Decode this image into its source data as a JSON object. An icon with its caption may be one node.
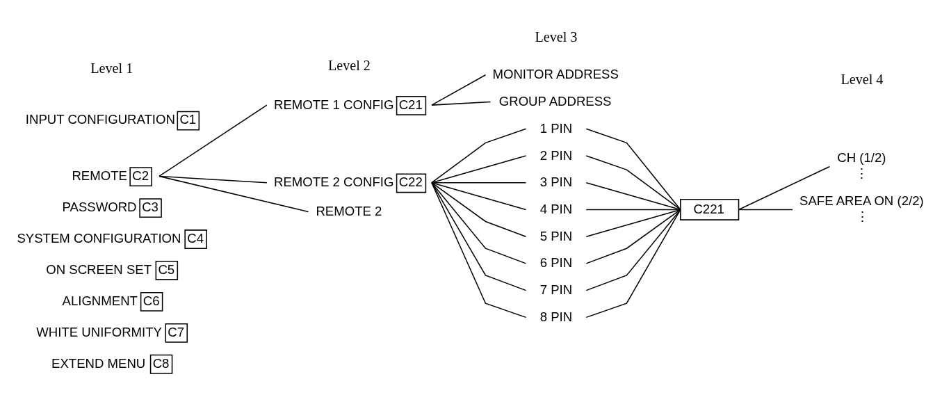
{
  "diagram": {
    "nodes": [
      {
        "text": [
          "INPUT CONFIGURATION",
          "C1"
        ]
      },
      {
        "text": [
          "REMOTE",
          "C2"
        ]
      },
      {
        "text": [
          "PASSWORD",
          "C3"
        ]
      },
      {
        "text": [
          "SYSTEM CONFIGURATION",
          "C4"
        ]
      },
      {
        "text": [
          "ON SCREEN SET",
          "C5"
        ]
      },
      {
        "text": [
          "ALIGNMENT",
          "C6"
        ]
      },
      {
        "text": [
          "WHITE UNIFORMITY",
          "C7"
        ]
      },
      {
        "text": [
          "EXTEND MENU",
          "C8"
        ]
      },
      {
        "text": [
          "REMOTE 1 CONFIG",
          "C21"
        ]
      },
      {
        "text": [
          "REMOTE 2 CONFIG",
          "C22"
        ]
      },
      {
        "text": [
          "REMOTE 2"
        ]
      },
      {
        "text": [
          "MONITOR ADDRESS"
        ]
      },
      {
        "text": [
          "GROUP ADDRESS"
        ]
      },
      {
        "text": [
          "1 PIN"
        ]
      },
      {
        "text": [
          "2 PIN"
        ]
      },
      {
        "text": [
          "3 PIN"
        ]
      },
      {
        "text": [
          "4 PIN"
        ]
      },
      {
        "text": [
          "5 PIN"
        ]
      },
      {
        "text": [
          "6 PIN"
        ]
      },
      {
        "text": [
          "7 PIN"
        ]
      },
      {
        "text": [
          "8 PIN"
        ]
      },
      {
        "text": [
          "C221"
        ]
      },
      {
        "text": [
          "CH (1/2)"
        ],
        "beside": [
          "⋮"
        ]
      },
      {
        "text": [
          "SAFE AREA ON (2/2)"
        ],
        "beside": [
          "⋮"
        ]
      }
    ],
    "edges": [
      {
        "from": 1,
        "to": 8,
        "arrow": "none"
      },
      {
        "from": 1,
        "to": 9,
        "arrow": "none"
      },
      {
        "from": 1,
        "to": 10,
        "arrow": "none"
      },
      {
        "from": 8,
        "to": 11,
        "arrow": "none"
      },
      {
        "from": 8,
        "to": 12,
        "arrow": "none"
      },
      {
        "from": 9,
        "to": 13,
        "arrow": "none"
      },
      {
        "from": 9,
        "to": 14,
        "arrow": "none"
      },
      {
        "from": 9,
        "to": 15,
        "arrow": "none"
      },
      {
        "from": 9,
        "to": 16,
        "arrow": "none"
      },
      {
        "from": 9,
        "to": 17,
        "arrow": "none"
      },
      {
        "from": 9,
        "to": 18,
        "arrow": "none"
      },
      {
        "from": 9,
        "to": 19,
        "arrow": "none"
      },
      {
        "from": 9,
        "to": 20,
        "arrow": "none"
      },
      {
        "from": 13,
        "to": 21,
        "arrow": "none"
      },
      {
        "from": 14,
        "to": 21,
        "arrow": "none"
      },
      {
        "from": 15,
        "to": 21,
        "arrow": "none"
      },
      {
        "from": 16,
        "to": 21,
        "arrow": "none"
      },
      {
        "from": 17,
        "to": 21,
        "arrow": "none"
      },
      {
        "from": 18,
        "to": 21,
        "arrow": "none"
      },
      {
        "from": 19,
        "to": 21,
        "arrow": "none"
      },
      {
        "from": 20,
        "to": 21,
        "arrow": "none"
      },
      {
        "from": 21,
        "to": 22,
        "arrow": "none"
      },
      {
        "from": 21,
        "to": 23,
        "arrow": "none"
      }
    ],
    "labels": [
      "Level 1",
      "Level 2",
      "Level 3",
      "Level 4"
    ]
  }
}
